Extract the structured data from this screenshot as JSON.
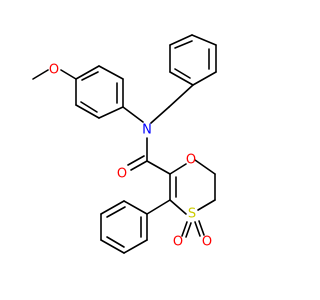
{
  "molecule": {
    "atoms": [
      {
        "label": "O",
        "color": "#ff0000"
      },
      {
        "label": "N",
        "color": "#0000ff"
      },
      {
        "label": "O",
        "color": "#ff0000"
      },
      {
        "label": "O",
        "color": "#ff0000"
      },
      {
        "label": "S",
        "color": "#cccc00"
      },
      {
        "label": "O",
        "color": "#ff0000"
      },
      {
        "label": "O",
        "color": "#ff0000"
      }
    ]
  }
}
